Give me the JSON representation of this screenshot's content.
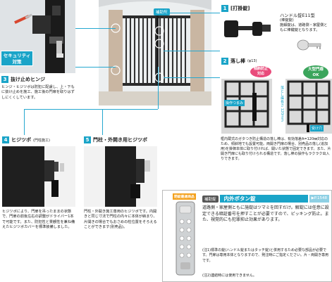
{
  "security_badge": {
    "line1": "セキュリティ",
    "line2": "対策"
  },
  "section3": {
    "num": "3",
    "title": "抜け止めヒンジ",
    "desc": "ヒンジ・ヒジツボは防犯に配慮し、上・下もに抜け止めを施工、施工後の門扉を取りはずしにくくしています。"
  },
  "center_gate": {
    "aux_label": "補助錠"
  },
  "section1": {
    "num": "1",
    "title": "[打掛錠]",
    "lock_name": "ハンドル錠E11型",
    "lock_sub": "(棒錠錠)",
    "desc": "施解錠は、道路側・家屋側ともに棒鍵錠となります。"
  },
  "section2": {
    "num": "2",
    "title": "落し棒",
    "title_sub": "(φ13)",
    "badge_anti": "傾斜防止",
    "badge_anti2": "対応",
    "badge_large": "大型門扉",
    "badge_large2": "OK",
    "label_grip": "操作つまみ",
    "label_hole": "受け穴",
    "label_length": "落とし棒長さ 120mm",
    "desc": "框内蔵式のガタつき防止構造の落し棒は、有効落差A=120㎜対応のため、傾斜地でも設置可能。両開き門扉の場合、別売品の落し(追加用)を掛御本体に取り付ければ、開いた状態で固定できます。また、片開き門扉にも取り付けられる構造です。落し棒の操作もラクラク出入りできます。"
  },
  "section4": {
    "num": "4",
    "title": "ヒジツボ",
    "title_sub": "(門柱施工)",
    "desc": "ヒジツボにより、門扉を吊ったままの状態で、門扉の前後左右の調整がドライバー1本で可能です。また、防犯性と景観性を兼ね備えたヒジツボカバーを標準装備しました。"
  },
  "section5": {
    "num": "5",
    "title": "門柱・外開き用ヒジツボ",
    "desc": "門柱・外開き施工専用のヒジツボです。内開きと同じ寸法で門柱の内々に本体が納まり、片開きの場合でもおさめの柱位置をそろえることができます(別売品)。"
  },
  "push_button": {
    "top_tag": "閉錠最適商品",
    "aux_label": "補助錠",
    "title": "内外ボタン錠",
    "page_ref": "▶P.1548",
    "desc": "道路側・家屋側ともに施錠はツマミを回すだけ。解錠には任意に設定できる暗証番号を押すことが必要ですので、ピッキング防止。また、視覚的にも犯罪抑止効果があります。",
    "note1": "(注1)標準の錠(ハンドル錠またはタッチ錠)と併用するため必要な部品が必要です。門扉は専用本体となりますので、発注時にご指定ください。片・両開き専用です。",
    "note2": "(注2)連結時には使用できません。"
  }
}
